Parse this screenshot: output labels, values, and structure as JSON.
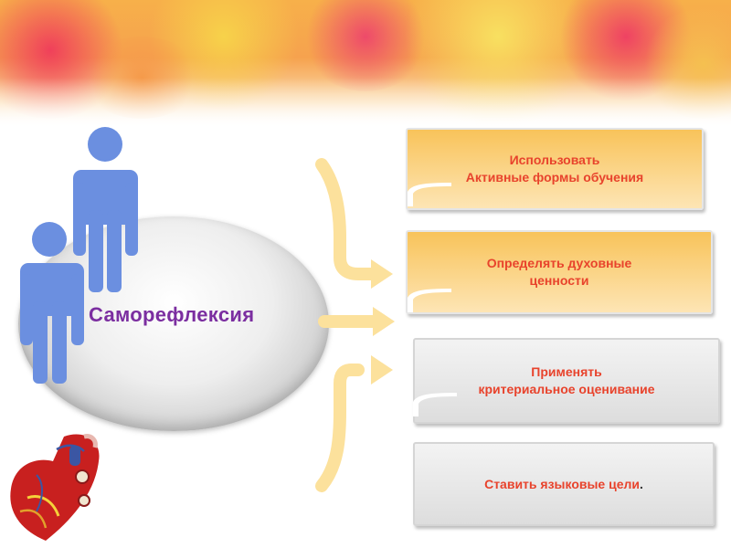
{
  "central": {
    "label": "Саморефлексия"
  },
  "cards": [
    {
      "line1": "Использовать",
      "line2": "Активные формы обучения"
    },
    {
      "line1": "Определять духовные",
      "line2": "ценности"
    },
    {
      "line1": "Применять",
      "line2": "критериальное оценивание"
    },
    {
      "line1": "Ставить языковые цели",
      "line2": "."
    }
  ],
  "colors": {
    "card_text": "#e8432c",
    "central_label": "#7b2ea0",
    "figure": "#6b8fe0",
    "arrow": "#fce19c",
    "card_orange": "#f8c35a",
    "card_grey": "#e6e6e6"
  },
  "icons": [
    "person-figure-icon",
    "heart-illustration-icon",
    "arrow-icon"
  ]
}
